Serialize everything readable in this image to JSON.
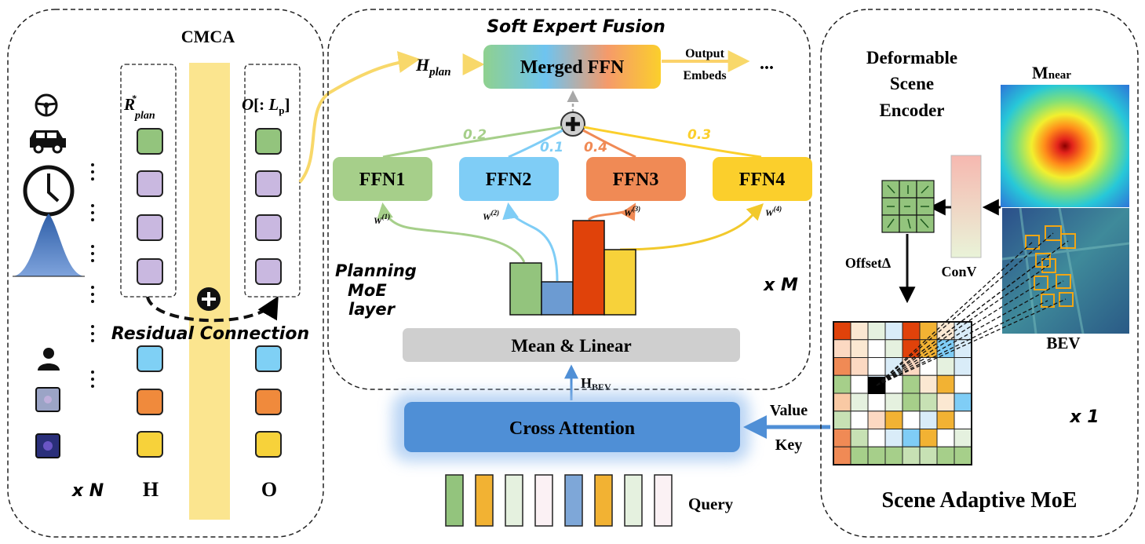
{
  "cmca": {
    "title": "CMCA",
    "r_plan_label": "R*plan",
    "o_label": "O[: Lp]",
    "residual_label": "Residual Connection",
    "h_label": "H",
    "o_col_label": "O",
    "xn_label": "x N",
    "colors": {
      "green": "#93c47d",
      "purple": "#c9b8e0",
      "blue": "#7fd0f5",
      "orange": "#f08a3c",
      "yellow": "#f7d23a",
      "bar": "#fbe58f"
    }
  },
  "moe": {
    "title": "Soft Expert Fusion",
    "h_plan_label": "Hplan",
    "merged_ffn_label": "Merged FFN",
    "output_label_1": "Output",
    "output_label_2": "Embeds",
    "ellipsis": "...",
    "weights": [
      "0.2",
      "0.1",
      "0.4",
      "0.3"
    ],
    "experts": [
      {
        "label": "FFN1",
        "color": "#a6cf8a",
        "w": "W(1)"
      },
      {
        "label": "FFN2",
        "color": "#7fcdf6",
        "w": "W(2)"
      },
      {
        "label": "FFN3",
        "color": "#f08a55",
        "w": "W(3)"
      },
      {
        "label": "FFN4",
        "color": "#fbcf2c",
        "w": "W(4)"
      }
    ],
    "layer_label_1": "Planning",
    "layer_label_2": "MoE",
    "layer_label_3": "layer",
    "xm_label": "x M",
    "mean_linear_label": "Mean & Linear",
    "hbev_label": "HBEV",
    "cross_attention_label": "Cross Attention",
    "query_label": "Query",
    "value_label": "Value",
    "key_label": "Key"
  },
  "scene": {
    "title_1": "Deformable",
    "title_2": "Scene",
    "title_3": "Encoder",
    "m_near_label": "Mnear",
    "conv_label": "ConV",
    "offset_label": "OffsetΔ",
    "bev_label": "BEV",
    "x1_label": "x 1",
    "footer_label": "Scene Adaptive MoE"
  }
}
